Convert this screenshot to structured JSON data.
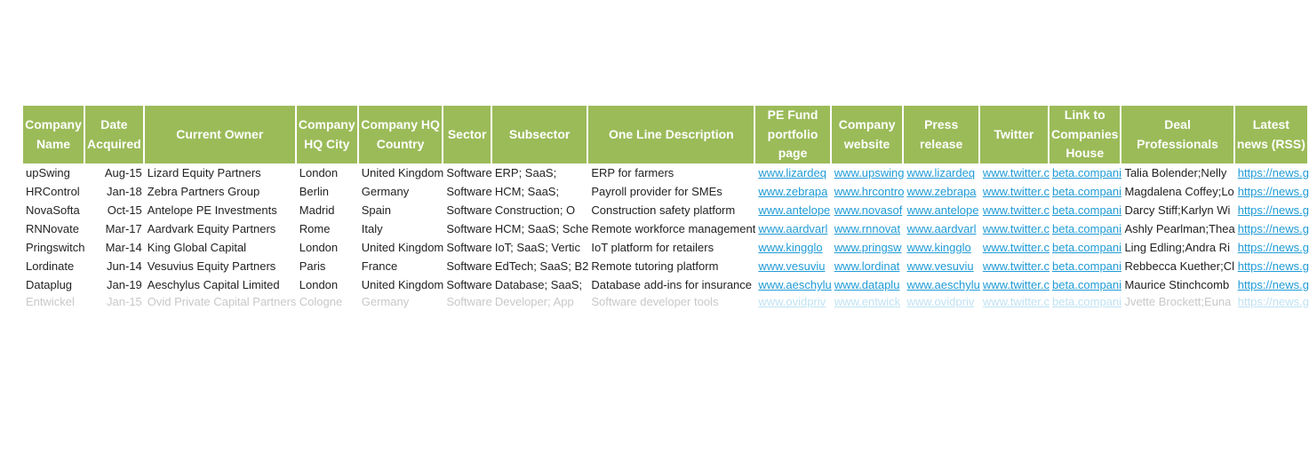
{
  "headers": [
    "Company Name",
    "Date Acquired",
    "Current Owner",
    "Company HQ City",
    "Company HQ Country",
    "Sector",
    "Subsector",
    "One Line Description",
    "PE Fund portfolio page",
    "Company website",
    "Press release",
    "Twitter",
    "Link to Companies House",
    "Deal Professionals",
    "Latest news (RSS)"
  ],
  "rows": [
    [
      "upSwing",
      "Aug-15",
      "Lizard Equity Partners",
      "London",
      "United Kingdom",
      "Software",
      "ERP; SaaS;",
      "ERP for farmers",
      "www.lizardeq",
      "www.upswing",
      "www.lizardeq",
      "www.twitter.c",
      "beta.compani",
      "Talia Bolender;Nelly",
      "https://news.g"
    ],
    [
      "HRControl",
      "Jan-18",
      "Zebra Partners Group",
      "Berlin",
      "Germany",
      "Software",
      "HCM; SaaS;",
      "Payroll provider for SMEs",
      "www.zebrapa",
      "www.hrcontro",
      "www.zebrapa",
      "www.twitter.c",
      "beta.compani",
      "Magdalena Coffey;Lo",
      "https://news.g"
    ],
    [
      "NovaSofta",
      "Oct-15",
      "Antelope PE Investments",
      "Madrid",
      "Spain",
      "Software",
      "Construction; O",
      "Construction safety platform",
      "www.antelope",
      "www.novasof",
      "www.antelope",
      "www.twitter.c",
      "beta.compani",
      "Darcy Stiff;Karlyn Wi",
      "https://news.g"
    ],
    [
      "RNNovate",
      "Mar-17",
      "Aardvark Equity Partners",
      "Rome",
      "Italy",
      "Software",
      "HCM; SaaS; Sche",
      "Remote workforce management",
      "www.aardvarl",
      "www.rnnovat",
      "www.aardvarl",
      "www.twitter.c",
      "beta.compani",
      "Ashly Pearlman;Thea",
      "https://news.g"
    ],
    [
      "Pringswitch",
      "Mar-14",
      "King Global Capital",
      "London",
      "United Kingdom",
      "Software",
      "IoT; SaaS; Vertic",
      "IoT platform for retailers",
      "www.kingglo",
      "www.pringsw",
      "www.kingglo",
      "www.twitter.c",
      "beta.compani",
      "Ling Edling;Andra Ri",
      "https://news.g"
    ],
    [
      "Lordinate",
      "Jun-14",
      "Vesuvius Equity Partners",
      "Paris",
      "France",
      "Software",
      "EdTech; SaaS; B2",
      "Remote tutoring platform",
      "www.vesuviu",
      "www.lordinat",
      "www.vesuviu",
      "www.twitter.c",
      "beta.compani",
      "Rebbecca Kuether;Cl",
      "https://news.g"
    ],
    [
      "Dataplug",
      "Jan-19",
      "Aeschylus Capital Limited",
      "London",
      "United Kingdom",
      "Software",
      "Database; SaaS;",
      "Database add-ins for insurance",
      "www.aeschylu",
      "www.dataplu",
      "www.aeschylu",
      "www.twitter.c",
      "beta.compani",
      "Maurice Stinchcomb",
      "https://news.g"
    ],
    [
      "Entwickel",
      "Jan-15",
      "Ovid Private Capital Partners",
      "Cologne",
      "Germany",
      "Software",
      "Developer; App",
      "Software developer tools",
      "www.ovidpriv",
      "www.entwick",
      "www.ovidpriv",
      "www.twitter.c",
      "beta.compani",
      "Jvette Brockett;Euna",
      "https://news.g"
    ]
  ],
  "colors": {
    "header_bg": "#9bbb59",
    "header_text": "#ffffff",
    "link": "#1f9bd7"
  }
}
